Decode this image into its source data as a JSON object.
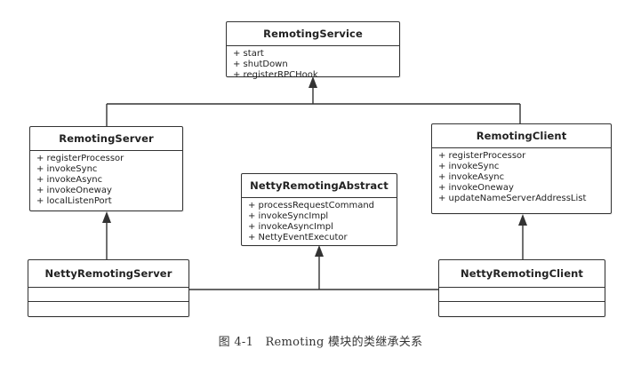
{
  "classes": {
    "remoting_service": {
      "name": "RemotingService",
      "methods": [
        "+ start",
        "+ shutDown",
        "+ registerRPCHook"
      ]
    },
    "remoting_server": {
      "name": "RemotingServer",
      "methods": [
        "+ registerProcessor",
        "+ invokeSync",
        "+ invokeAsync",
        "+ invokeOneway",
        "+ localListenPort"
      ]
    },
    "remoting_client": {
      "name": "RemotingClient",
      "methods": [
        "+ registerProcessor",
        "+ invokeSync",
        "+ invokeAsync",
        "+ invokeOneway",
        "+ updateNameServerAddressList"
      ]
    },
    "netty_remoting_abstract": {
      "name": "NettyRemotingAbstract",
      "methods": [
        "+ processRequestCommand",
        "+ invokeSyncImpl",
        "+ invokeAsyncImpl",
        "+ NettyEventExecutor"
      ]
    },
    "netty_remoting_server": {
      "name": "NettyRemotingServer",
      "methods": []
    },
    "netty_remoting_client": {
      "name": "NettyRemotingClient",
      "methods": []
    }
  },
  "caption": "图 4-1　Remoting 模块的类继承关系",
  "colors": {
    "line": "#333333",
    "box_border": "#333333",
    "background": "#ffffff"
  }
}
